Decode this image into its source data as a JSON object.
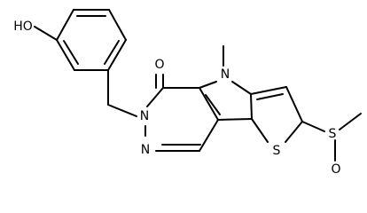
{
  "molecule": {
    "atom_labels": {
      "hydroxyl": "HO",
      "carbonyl_oxygen": "O",
      "pyrrole_nitrogen": "N",
      "amide_nitrogen": "N",
      "imine_nitrogen": "N",
      "thiophene_sulfur": "S",
      "sulfinyl_sulfur": "S",
      "sulfinyl_oxygen": "O"
    }
  }
}
